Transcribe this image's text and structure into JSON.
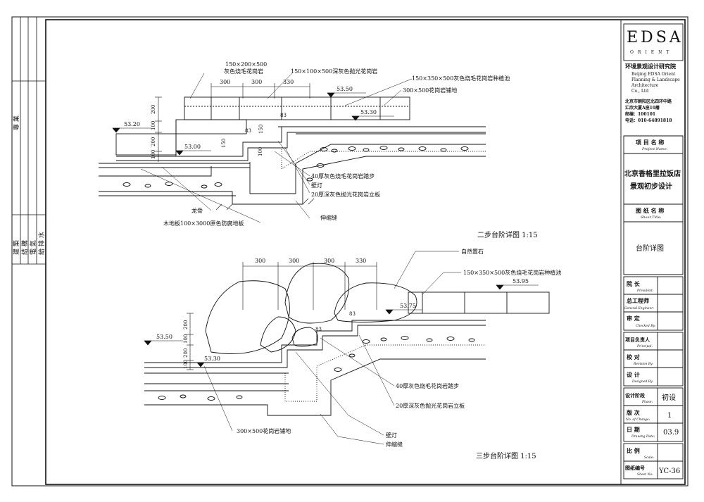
{
  "left_strip": {
    "col1_top": "專 業",
    "col1_bottom": "建 築",
    "col2_bottom": "結 構",
    "col3_bottom": "電 氣",
    "col4_bottom": "給 排 水"
  },
  "title_block": {
    "logo_text": "EDSA",
    "logo_sub": "ORIENT",
    "institute_cn": "环境景观设计研究院",
    "institute_en_1": "Beijing EDSA Orient",
    "institute_en_2": "Planning & Landscape",
    "institute_en_3": "Architecture",
    "institute_en_4": "Co., Ltd",
    "address_1": "北京市朝阳区北四环中路",
    "address_2": "汇欣大厦A座10層",
    "address_3": "邮编：100101",
    "address_4": "电话：010-64891818",
    "project_name_label_cn": "项 目 名 称",
    "project_name_label_en": "Project  Name:",
    "project_name_1": "北京香格里拉饭店",
    "project_name_2": "景观初步设计",
    "sheet_title_label_cn": "图 纸 名 称",
    "sheet_title_label_en": "Sheet   Title:",
    "sheet_title": "台阶详图",
    "president_cn": "院   长",
    "president_en": "President:",
    "chief_engineer_cn": "总工程师",
    "chief_engineer_en": "General Engineer:",
    "checked_cn": "审   定",
    "checked_en": "Checked By:",
    "principal_cn": "项目负责人",
    "principal_en": "Principal:",
    "revision_cn": "校   对",
    "revision_en": "Revision By:",
    "designed_cn": "设   计",
    "designed_en": "Designed By:",
    "phase_cn": "设计阶段",
    "phase_en": "Phase:",
    "phase_value": "初设",
    "change_cn": "版   次",
    "change_en": "No. of Change:",
    "change_value": "1",
    "date_cn": "日   期",
    "date_en": "Drawing Date:",
    "date_value": "03.9",
    "scale_cn": "比   例",
    "scale_en": "Scale:",
    "sheet_no_cn": "图纸编号",
    "sheet_no_en": "Sheet No:",
    "sheet_no_value": "YC-36"
  },
  "detail_top": {
    "caption": "二步台阶详图  1:15",
    "dims_top": [
      "300",
      "300",
      "330"
    ],
    "dims_side": [
      "200",
      "100",
      "200",
      "100",
      "150",
      "150",
      "100"
    ],
    "dim_83a": "83",
    "dim_83b": "83",
    "elev_1": "53.50",
    "elev_2": "53.30",
    "elev_3": "53.20",
    "elev_4": "53.00",
    "note_1": "150×200×500",
    "note_1b": "灰色烧毛花岗岩",
    "note_2": "150×100×500深灰色抛光花岗岩",
    "note_3": "150×350×500灰色烧毛花岗岩种植池",
    "note_4": "300×500花岗岩铺地",
    "note_5": "40厚灰色烧毛花岗岩踏步",
    "note_6": "壁灯",
    "note_7": "20厚深灰色抛光花岗岩立板",
    "note_8": "龙骨",
    "note_9": "伸缩缝",
    "note_10": "木地板100×3000原色防腐地板"
  },
  "detail_bottom": {
    "caption": "三步台阶详图  1:15",
    "dims_top": [
      "300",
      "300",
      "300",
      "330"
    ],
    "dims_side": [
      "200",
      "100",
      "200",
      "100"
    ],
    "dim_83a": "83",
    "dim_83b": "83",
    "elev_1": "53.95",
    "elev_2": "53.75",
    "elev_3": "53.50",
    "elev_4": "53.30",
    "note_1": "自然置石",
    "note_2": "150×350×500灰色烧毛花岗岩种植池",
    "note_3": "40厚灰色烧毛花岗岩踏步",
    "note_4": "20厚深灰色抛光花岗岩立板",
    "note_5": "300×500花岗岩铺地",
    "note_6": "壁灯",
    "note_7": "伸缩缝"
  },
  "colors": {
    "ink": "#111111",
    "paper": "#ffffff"
  }
}
